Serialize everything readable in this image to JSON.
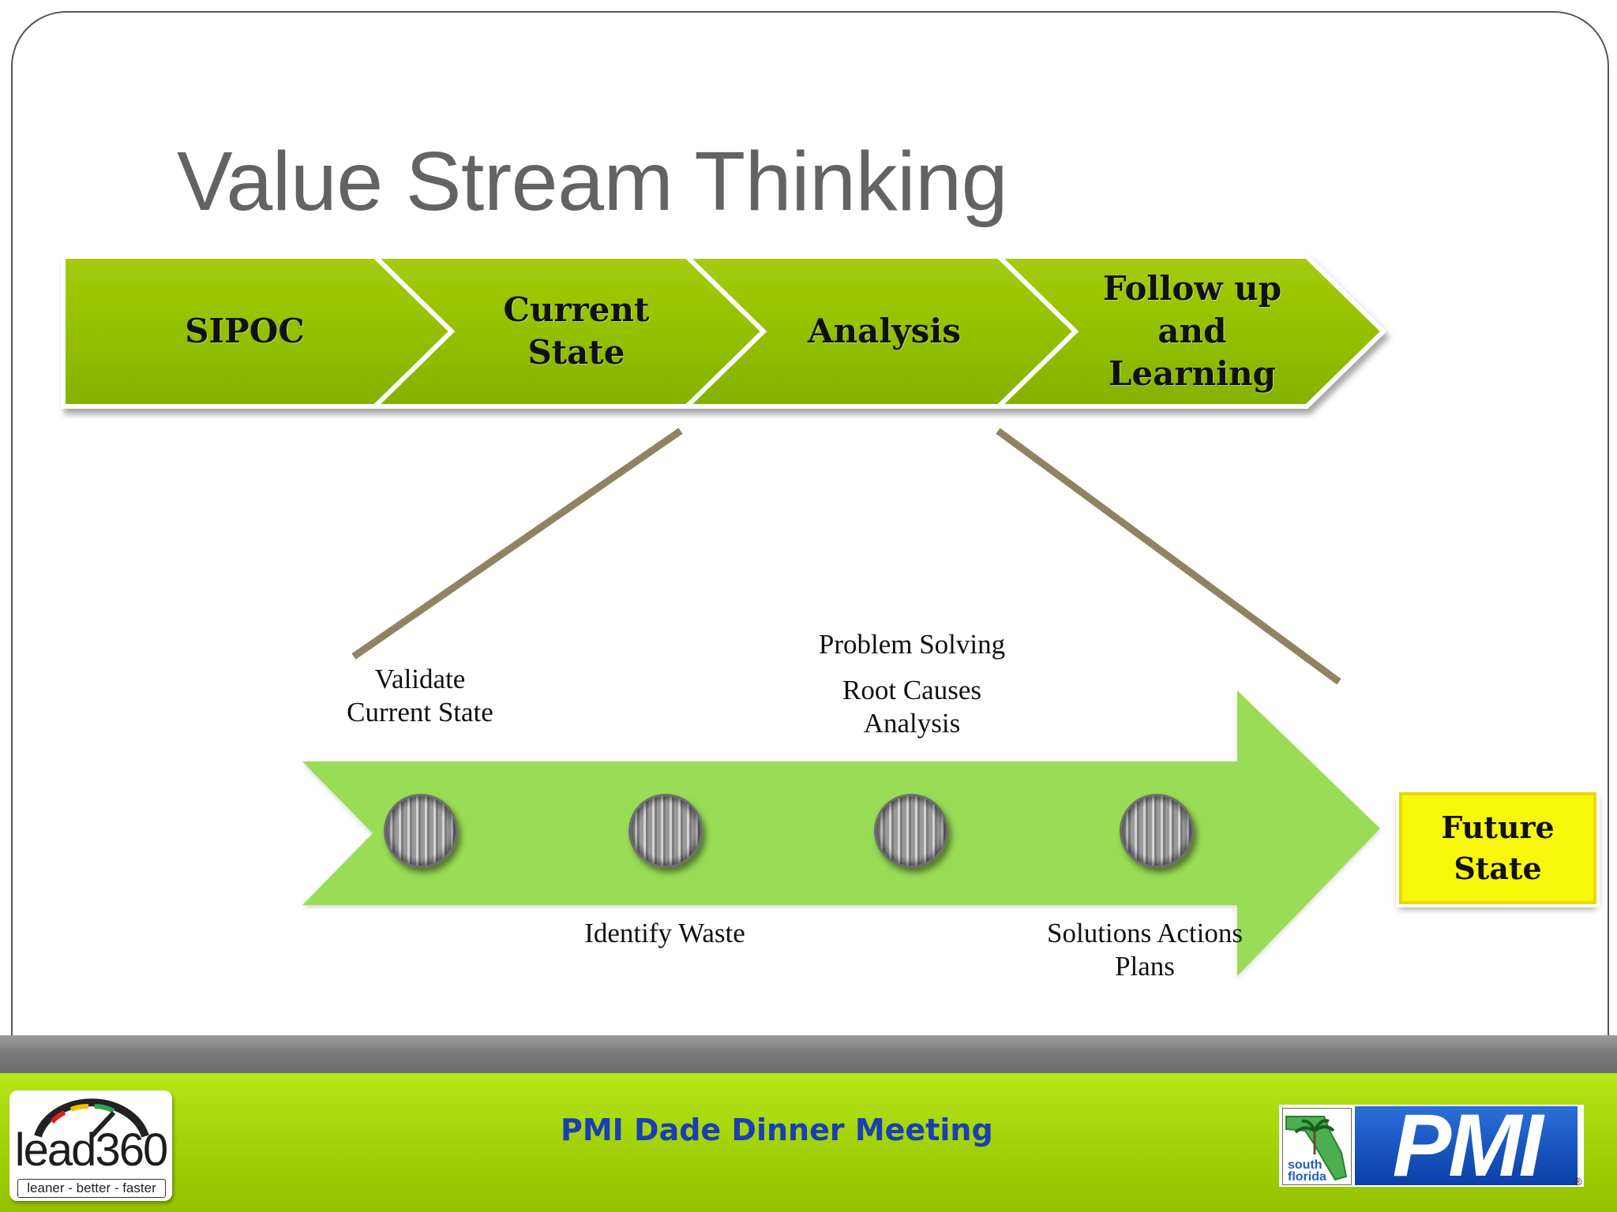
{
  "slide": {
    "title": "Value Stream Thinking",
    "chevrons": [
      {
        "label": "SIPOC"
      },
      {
        "label": "Current\nState"
      },
      {
        "label": "Analysis"
      },
      {
        "label": "Follow up\nand\nLearning"
      }
    ],
    "timeline": {
      "above_labels": [
        {
          "text": "Validate\nCurrent State"
        },
        {
          "text": "Problem Solving"
        },
        {
          "text": "Root  Causes\nAnalysis"
        }
      ],
      "below_labels": [
        {
          "text": "Identify Waste"
        },
        {
          "text": "Solutions Actions\nPlans"
        }
      ]
    },
    "outcome_box": "Future\nState"
  },
  "footer": {
    "meeting_title": "PMI Dade Dinner Meeting",
    "left_logo": {
      "wordmark": "lead360",
      "tagline": "leaner - better - faster"
    },
    "right_logo": {
      "wordmark": "PMI",
      "chapter": "south\nflorida",
      "mark": "®"
    }
  },
  "colors": {
    "chevron_green": "#99c400",
    "timeline_arrow_green": "#99dc55",
    "future_state_yellow": "#f7f709",
    "title_gray": "#636363",
    "footer_green": "#a4d40b",
    "footer_text_blue": "#1a3fb0",
    "connector_line": "#8f8361"
  },
  "icons": {
    "timeline_nodes": "metallic-disc-icon",
    "chevrons": "chevron-arrow-shape"
  }
}
